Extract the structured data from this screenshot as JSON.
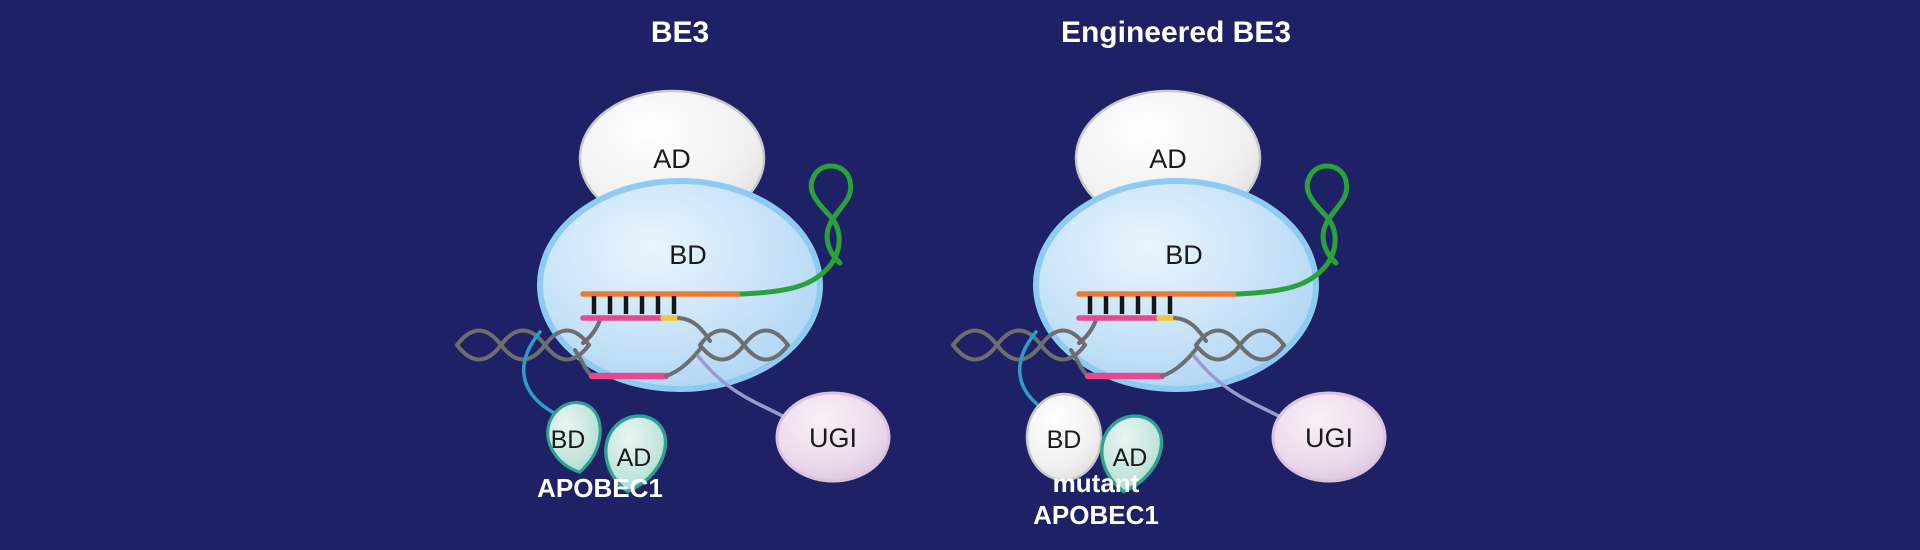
{
  "palette": {
    "background": "#1e2166",
    "cas9_fill": "#bcdcf6",
    "cas9_stroke": "#8ecbf2",
    "ad_stroke": "#c9c9c9",
    "sgrna_green": "#2aa23c",
    "guide_orange": "#ee7a30",
    "edited_pink": "#e8488f",
    "pam_yellow": "#f0c63c",
    "dna_gray": "#6e6e6e",
    "basepair_black": "#161616",
    "apobec_teal_stroke": "#2ea391",
    "linker_teal": "#2aa0c8",
    "linker_lavender": "#9b9ace",
    "ugi_stroke": "#dcc3dd",
    "label_dark": "#1a1a1a",
    "label_light": "#ffffff"
  },
  "diagrams": {
    "left": {
      "title": "BE3",
      "cas9_ad_label": "AD",
      "cas9_bd_label": "BD",
      "apobec_bd_label": "BD",
      "apobec_ad_label": "AD",
      "apobec_name": "APOBEC1",
      "ugi_label": "UGI"
    },
    "right": {
      "title": "Engineered BE3",
      "cas9_ad_label": "AD",
      "cas9_bd_label": "BD",
      "apobec_bd_label": "BD",
      "apobec_ad_label": "AD",
      "apobec_name_line1": "mutant",
      "apobec_name_line2": "APOBEC1",
      "ugi_label": "UGI"
    }
  }
}
